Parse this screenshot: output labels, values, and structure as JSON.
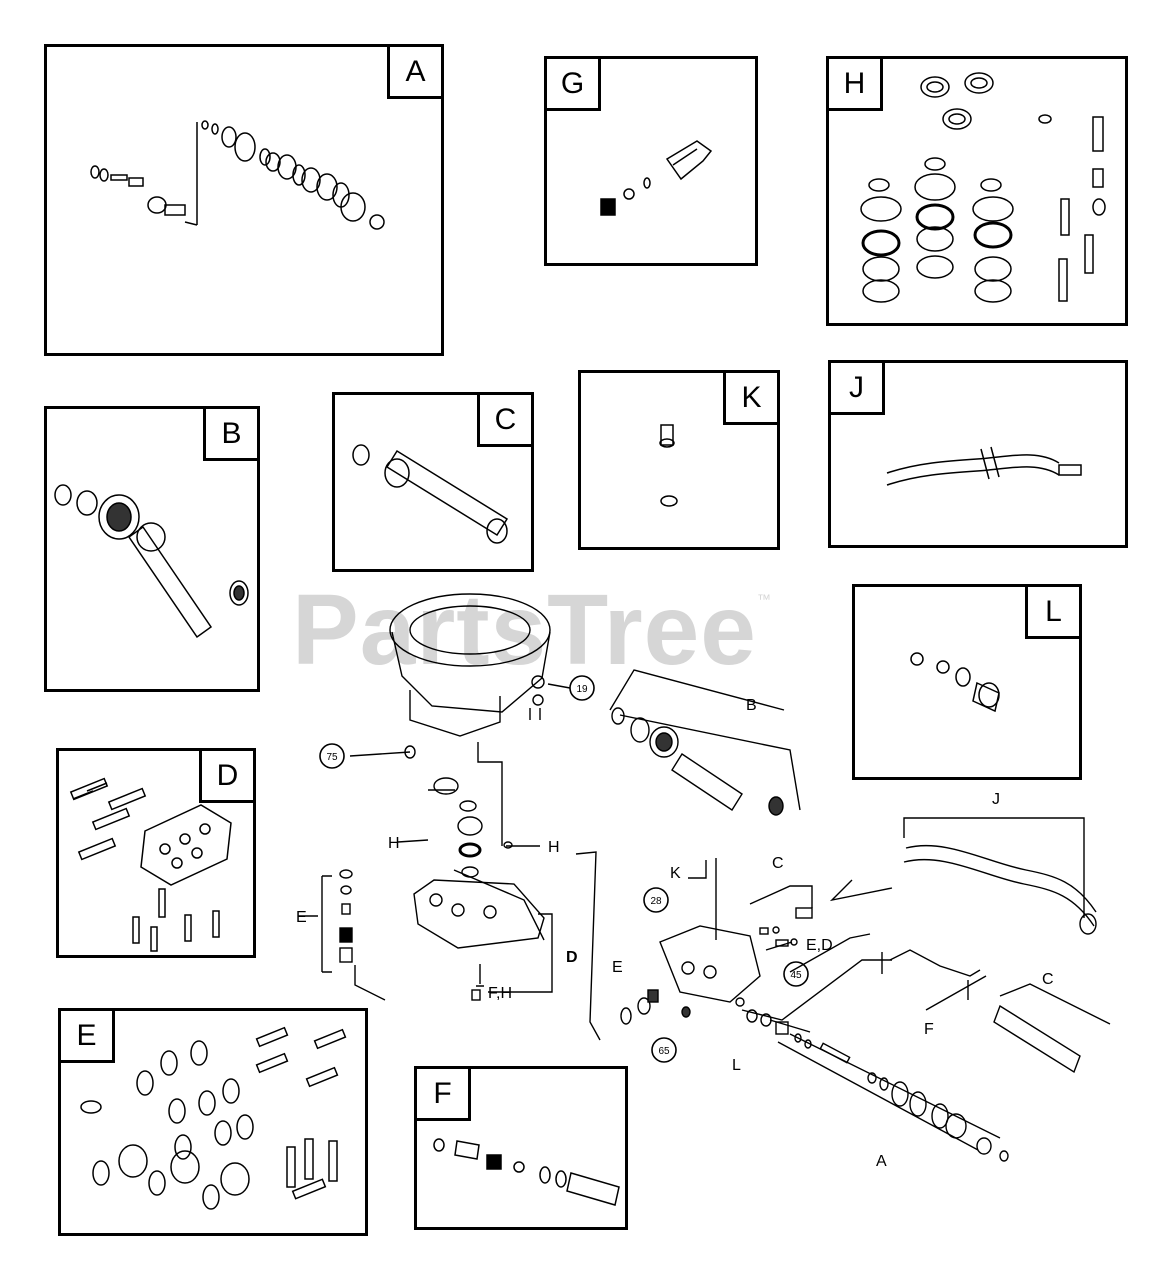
{
  "watermark": {
    "text": "PartsTree",
    "trademark": "™"
  },
  "panels": {
    "A": "A",
    "G": "G",
    "H": "H",
    "B": "B",
    "C": "C",
    "K": "K",
    "J": "J",
    "L": "L",
    "D": "D",
    "E": "E",
    "F": "F"
  },
  "callouts": {
    "c19": "19",
    "c75": "75",
    "c28": "28",
    "c45": "45",
    "c65": "65",
    "B": "B",
    "H1": "H",
    "H2": "H",
    "D": "D",
    "E1": "E",
    "E2": "E",
    "FH": "F,H",
    "K": "K",
    "C1": "C",
    "C2": "C",
    "ED": "E,D",
    "J": "J",
    "L": "L",
    "A": "A",
    "F": "F"
  }
}
